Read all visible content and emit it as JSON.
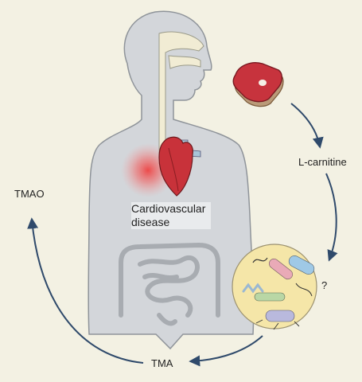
{
  "labels": {
    "carnitine": "L-carnitine",
    "tmao": "TMAO",
    "tma": "TMA",
    "question": "?",
    "cvd_line1": "Cardiovascular",
    "cvd_line2": "disease"
  },
  "colors": {
    "background": "#f3f1e3",
    "body": "#d3d6da",
    "body_outline": "#8f949a",
    "heart": "#c8323a",
    "glow": "#ef3a3a",
    "meat": "#c7333d",
    "arrow": "#2f4a6b",
    "microbe_circle": "#f5e6a8"
  },
  "icons": [
    "meat-icon",
    "heart-icon",
    "gut-icon",
    "bacteria-icon"
  ]
}
